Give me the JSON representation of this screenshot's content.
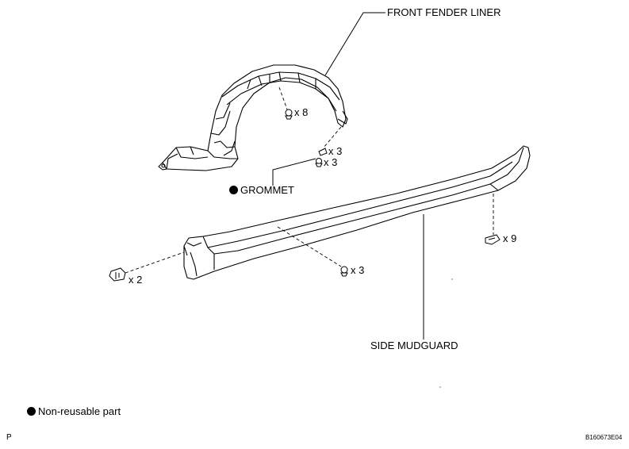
{
  "labels": {
    "front_fender_liner": "FRONT FENDER LINER",
    "grommet": "GROMMET",
    "side_mudguard": "SIDE MUDGUARD"
  },
  "quantities": {
    "screw_liner_top": "x 8",
    "clip_liner": "x 3",
    "screw_liner": "x 3",
    "bolt_mudguard_front": "x 2",
    "screw_mudguard_mid": "x 3",
    "nut_mudguard_rear": "x 9"
  },
  "legend": {
    "non_reusable": "Non-reusable part"
  },
  "footer": {
    "left_mark": "P",
    "illustration_code": "B160673E04"
  }
}
